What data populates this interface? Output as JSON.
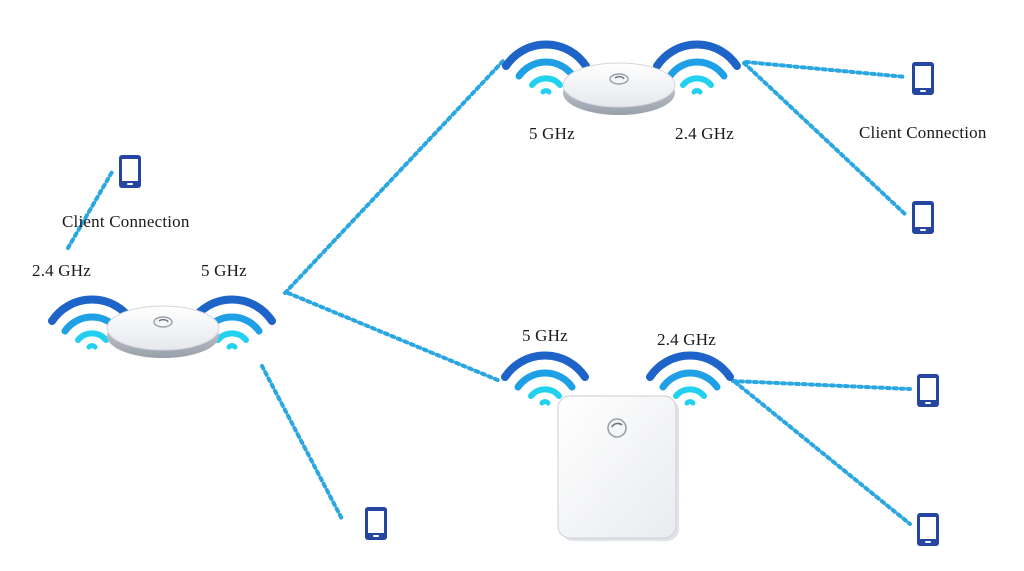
{
  "labels": {
    "left_ap_24": "2.4 GHz",
    "left_ap_5": "5 GHz",
    "left_client_connection": "Client Connection",
    "top_ap_5": "5 GHz",
    "top_ap_24": "2.4 GHz",
    "top_client_connection": "Client Connection",
    "bottom_ap_5": "5 GHz",
    "bottom_ap_24": "2.4 GHz"
  },
  "colors": {
    "wifi_outer": "#1e63c8",
    "wifi_mid": "#1fa0e6",
    "wifi_inner": "#22d0f0",
    "link": "#2aa6e0",
    "phone": "#2546a0"
  },
  "icons": {
    "client": "smartphone-icon",
    "signal": "wifi-signal-icon",
    "ceiling_ap": "ceiling-access-point",
    "outdoor_ap": "outdoor-access-point"
  }
}
